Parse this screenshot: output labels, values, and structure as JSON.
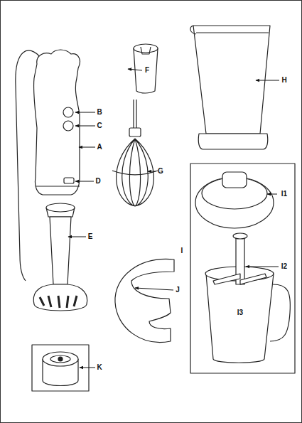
{
  "diagram": {
    "labels": [
      "F",
      "H",
      "B",
      "C",
      "A",
      "G",
      "D",
      "I1",
      "E",
      "I",
      "I2",
      "J",
      "I3",
      "K"
    ]
  }
}
